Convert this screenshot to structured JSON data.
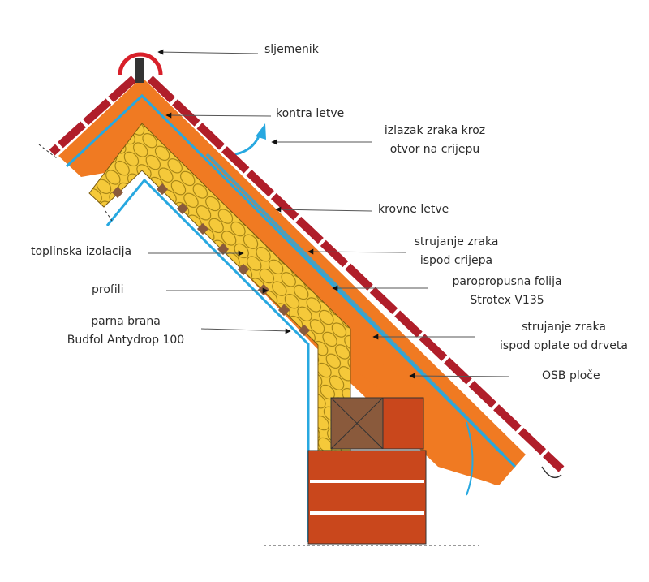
{
  "labels": {
    "sljemenik": "sljemenik",
    "kontra_letve": "kontra letve",
    "izlazak_1": "izlazak zraka kroz",
    "izlazak_2": "otvor na crijepu",
    "krovne_letve": "krovne letve",
    "strujanje_crijepa_1": "strujanje zraka",
    "strujanje_crijepa_2": "ispod crijepa",
    "folija_1": "paropropusna folija",
    "folija_2": "Strotex V135",
    "strujanje_oplate_1": "strujanje zraka",
    "strujanje_oplate_2": "ispod oplate od drveta",
    "osb": "OSB ploče",
    "toplinska": "toplinska izolacija",
    "profili": "profili",
    "parna_1": "parna brana",
    "parna_2": "Budfol Antydrop 100"
  },
  "colors": {
    "tile": "#b01e2a",
    "deck": "#f07a22",
    "insulation": "#f5c93a",
    "membrane": "#27a8e0",
    "brick": "#c9471c",
    "timber": "#8a5a3c"
  }
}
